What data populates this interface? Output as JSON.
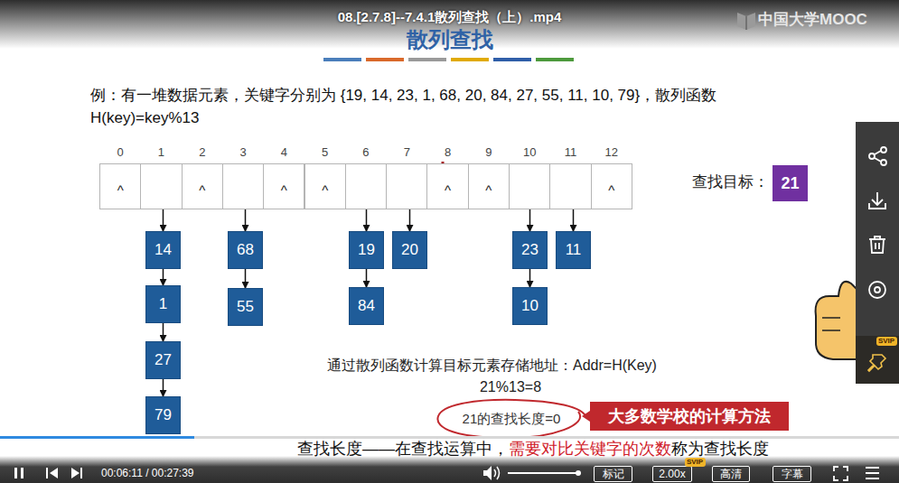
{
  "diagram": {
    "title": "散列查找",
    "nodes": [
      {
        "text": [
          "0",
          "^"
        ]
      },
      {
        "text": [
          "1"
        ]
      },
      {
        "text": [
          "2",
          "^"
        ]
      },
      {
        "text": [
          "3"
        ]
      },
      {
        "text": [
          "4",
          "^"
        ]
      },
      {
        "text": [
          "5",
          "^"
        ]
      },
      {
        "text": [
          "6"
        ]
      },
      {
        "text": [
          "7"
        ]
      },
      {
        "text": [
          "8",
          "^"
        ]
      },
      {
        "text": [
          "9",
          "^"
        ]
      },
      {
        "text": [
          "10"
        ]
      },
      {
        "text": [
          "11"
        ]
      },
      {
        "text": [
          "12",
          "^"
        ]
      },
      {
        "text": [
          "14"
        ]
      },
      {
        "text": [
          "1"
        ]
      },
      {
        "text": [
          "27"
        ]
      },
      {
        "text": [
          "79"
        ]
      },
      {
        "text": [
          "68"
        ]
      },
      {
        "text": [
          "55"
        ]
      },
      {
        "text": [
          "19"
        ]
      },
      {
        "text": [
          "84"
        ]
      },
      {
        "text": [
          "20"
        ]
      },
      {
        "text": [
          "23"
        ]
      },
      {
        "text": [
          "10"
        ]
      },
      {
        "text": [
          "11"
        ]
      },
      {
        "text": [
          "21"
        ]
      },
      {
        "text": [
          "大多数学校的计算方法"
        ]
      },
      {
        "text": [
          "标记"
        ]
      },
      {
        "text": [
          "2.00x"
        ]
      },
      {
        "text": [
          "SVIP"
        ]
      },
      {
        "text": [
          "高清"
        ]
      },
      {
        "text": [
          "字幕"
        ]
      },
      {
        "text": [
          "SVIP"
        ]
      }
    ],
    "edges": [
      {
        "from": 1,
        "to": 13,
        "arrow": "to"
      },
      {
        "from": 13,
        "to": 14,
        "arrow": "to"
      },
      {
        "from": 14,
        "to": 15,
        "arrow": "to"
      },
      {
        "from": 15,
        "to": 16,
        "arrow": "to"
      },
      {
        "from": 3,
        "to": 17,
        "arrow": "to"
      },
      {
        "from": 17,
        "to": 18,
        "arrow": "to"
      },
      {
        "from": 6,
        "to": 19,
        "arrow": "to"
      },
      {
        "from": 19,
        "to": 20,
        "arrow": "to"
      },
      {
        "from": 7,
        "to": 21,
        "arrow": "to"
      },
      {
        "from": 10,
        "to": 22,
        "arrow": "to"
      },
      {
        "from": 22,
        "to": 23,
        "arrow": "to"
      },
      {
        "from": 11,
        "to": 24,
        "arrow": "to"
      }
    ],
    "labels": [
      "08.[2.7.8]--7.4.1散列查找（上）.mp4",
      "中国大学MOOC",
      "例：有一堆数据元素，关键字分别为 {19, 14, 23, 1, 68, 20, 84, 27, 55, 11, 10, 79}，散列函数 H(key)=key%13",
      "查找目标：",
      "通过散列函数计算目标元素存储地址：Addr=H(Key)",
      "21%13=8",
      "21的查找长度=0",
      "查找长度——在查找运算中，",
      "需要对比关键字的次数",
      "称为查找长度",
      "00:06:11 / 00:27:39"
    ]
  }
}
